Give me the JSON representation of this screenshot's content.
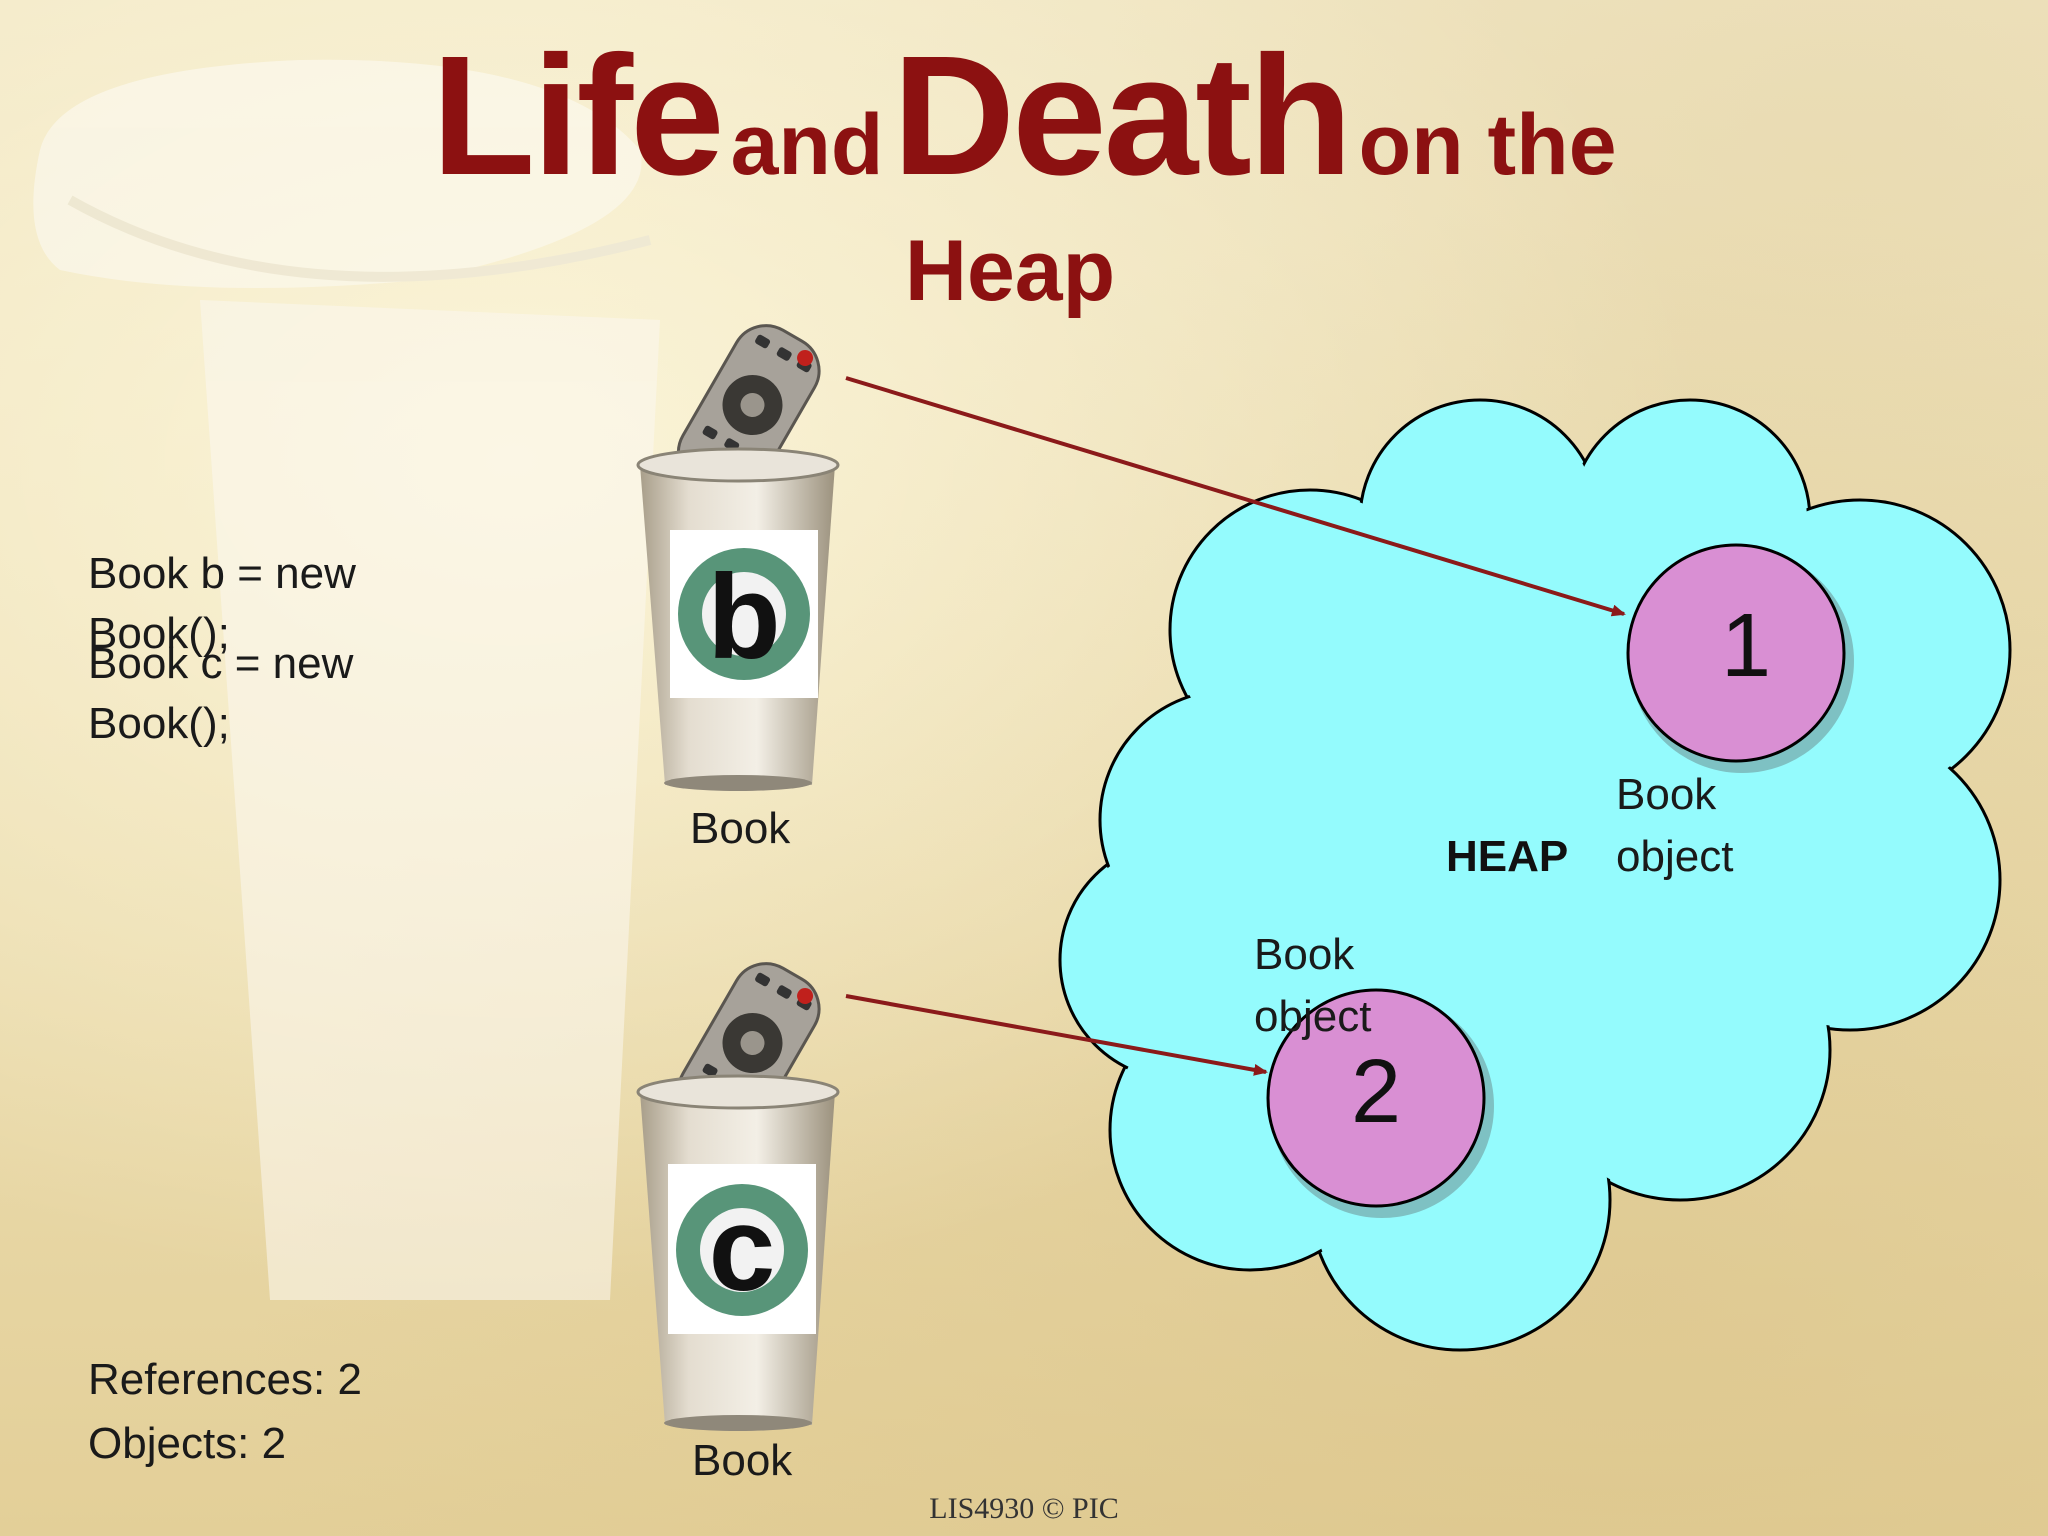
{
  "title": {
    "word1": "Life",
    "word2": "and",
    "word3": "Death",
    "word4": "on the",
    "line2": "Heap"
  },
  "code": {
    "line_b": "Book b = new Book();",
    "line_c": "Book c = new Book();"
  },
  "references": {
    "cup_b": {
      "letter": "b",
      "type_label": "Book"
    },
    "cup_c": {
      "letter": "c",
      "type_label": "Book"
    }
  },
  "heap": {
    "label": "HEAP",
    "objects": [
      {
        "number": "1",
        "label": "Book object"
      },
      {
        "number": "2",
        "label": "Book object"
      }
    ]
  },
  "counts": {
    "references": "References: 2",
    "objects": "Objects: 2"
  },
  "footer": "LIS4930 © PIC",
  "colors": {
    "title": "#8c1111",
    "heap_fill": "#94fbfd",
    "object_fill": "#d98fd3",
    "arrow": "#8b1a1a"
  }
}
